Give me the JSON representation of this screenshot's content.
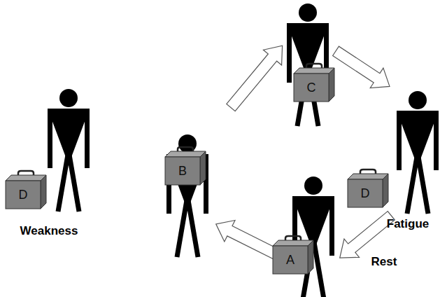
{
  "diagram": {
    "nodes": [
      {
        "text": [
          "D",
          "Weakness"
        ]
      },
      {
        "text": [
          "A"
        ]
      },
      {
        "text": [
          "B"
        ]
      },
      {
        "text": [
          "C"
        ]
      },
      {
        "text": [
          "D",
          "Fatigue"
        ]
      }
    ],
    "edges": [
      {
        "from": 1,
        "to": 2,
        "arrow": "to"
      },
      {
        "from": 2,
        "to": 3,
        "arrow": "to"
      },
      {
        "from": 3,
        "to": 4,
        "arrow": "to"
      },
      {
        "from": 4,
        "to": 1,
        "arrow": "to",
        "label": "Rest"
      }
    ]
  }
}
